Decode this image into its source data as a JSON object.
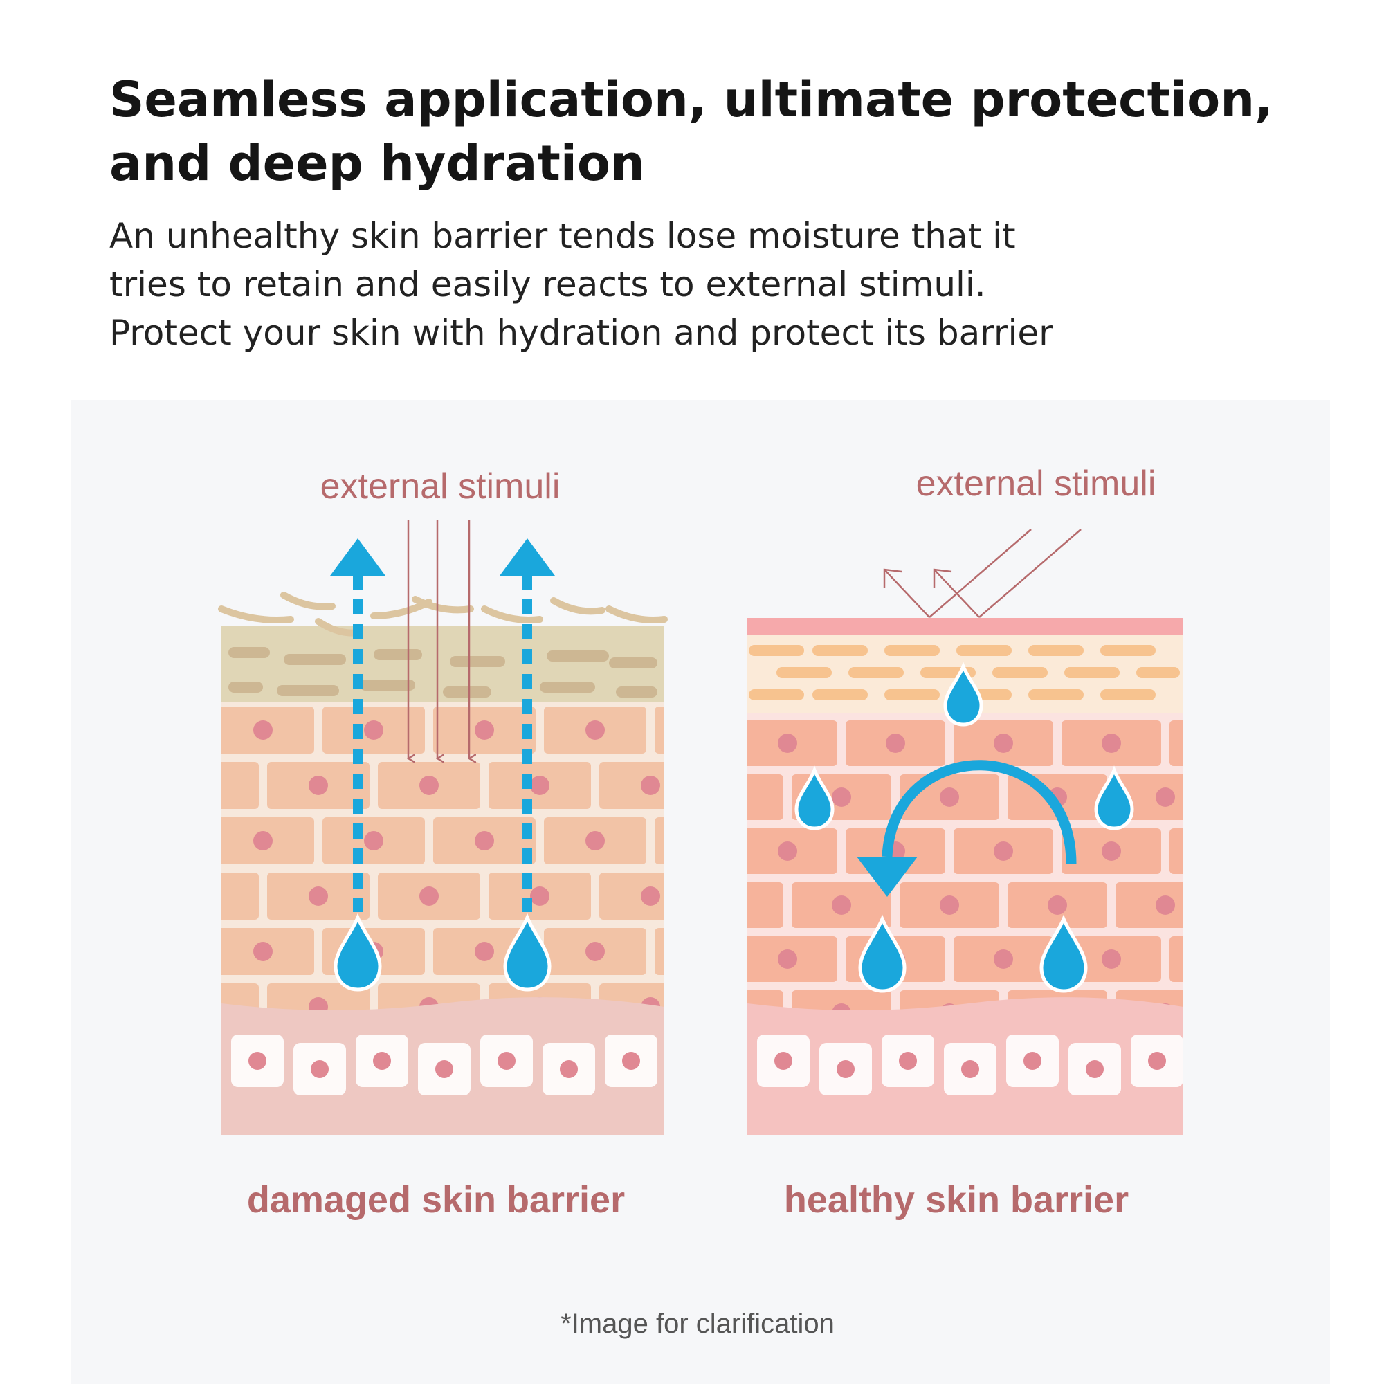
{
  "headline": [
    "Seamless application, ultimate protection,",
    "and deep hydration"
  ],
  "intro": [
    "An unhealthy skin barrier tends lose moisture that it",
    "tries to retain and easily reacts to external stimuli.",
    "Protect your skin with hydration and protect its barrier"
  ],
  "diagram": {
    "left": {
      "stimuli_label": "external stimuli",
      "caption": "damaged skin barrier"
    },
    "right": {
      "stimuli_label": "external stimuli",
      "caption": "healthy skin barrier"
    },
    "footnote": "*Image for clarification"
  },
  "colors": {
    "water": "#1aa7dc",
    "label": "#b66a6c",
    "damaged_cell": "#f2c3a6",
    "healthy_cell": "#f6b39b",
    "nucleus": "#e08893"
  }
}
